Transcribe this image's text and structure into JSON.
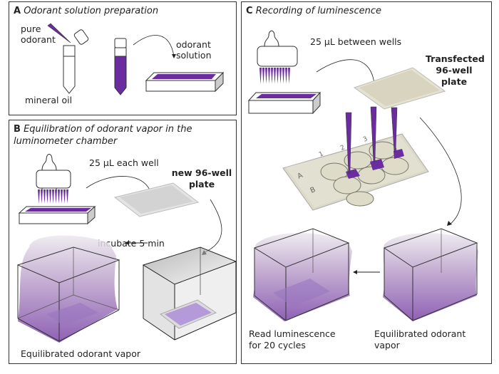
{
  "panels": {
    "a": {
      "letter": "A",
      "title": "Odorant solution preparation",
      "labels": {
        "pure": "pure",
        "odorant": "odorant",
        "mineral_oil": "mineral oil",
        "odorant_solution_1": "odorant",
        "odorant_solution_2": "solution"
      }
    },
    "b": {
      "letter": "B",
      "title_line1": "Equilibration of odorant vapor in the",
      "title_line2": "luminometer chamber",
      "labels": {
        "volume": "25 µL each well",
        "plate_1": "new 96-well",
        "plate_2": "plate",
        "incubate": "incubate 5 min",
        "equilibrated": "Equilibrated odorant vapor"
      }
    },
    "c": {
      "letter": "C",
      "title": "Recording of luminescence",
      "labels": {
        "volume": "25 µL between wells",
        "plate_1": "Transfected",
        "plate_2": "96-well",
        "plate_3": "plate",
        "well_cols": [
          "1",
          "2",
          "3"
        ],
        "well_rows": [
          "A",
          "B"
        ],
        "read_1": "Read luminescence",
        "read_2": "for 20 cycles",
        "equil_1": "Equilibrated odorant",
        "equil_2": "vapor"
      }
    }
  },
  "colors": {
    "odorant": "#6a2c9e",
    "plate_beige": "#d8d4c0",
    "plate_gray": "#cfcfcf"
  }
}
